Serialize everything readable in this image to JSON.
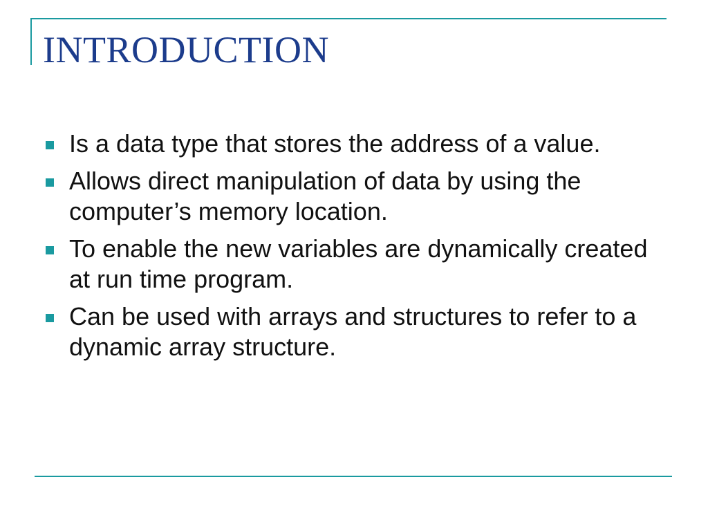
{
  "slide": {
    "title": "INTRODUCTION",
    "accent_color": "#1a9aa0",
    "title_color": "#1c3c8c",
    "bullet_icon": "square-bullet-icon",
    "bullets": [
      "Is a data type that stores the address of a value.",
      "Allows direct manipulation of data by using the computer’s memory location.",
      "To enable the new variables are dynamically created at run time program.",
      "Can be used with arrays and structures to refer to a dynamic array structure."
    ]
  }
}
